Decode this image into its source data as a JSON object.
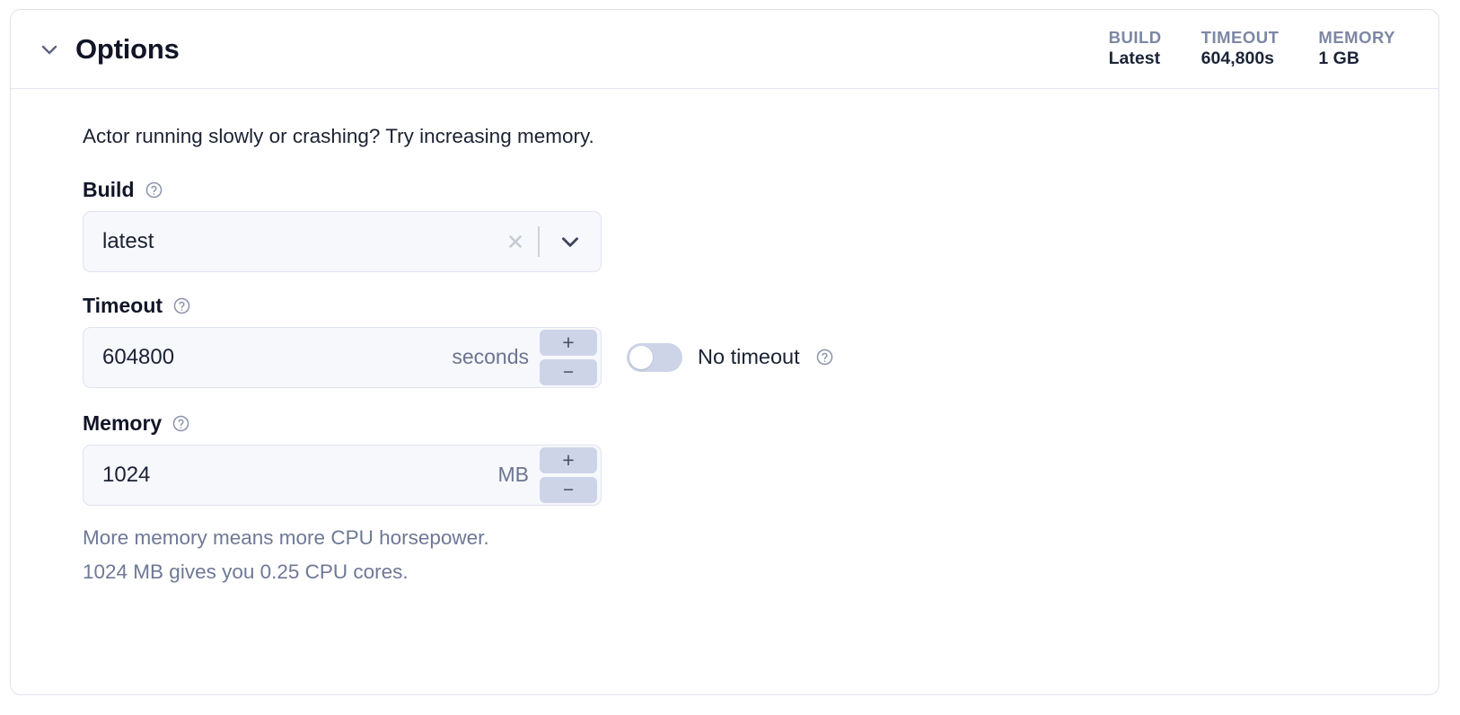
{
  "card": {
    "header": {
      "collapse_icon": "chevron-down-icon",
      "title": "Options",
      "stats": [
        {
          "label": "BUILD",
          "value": "Latest"
        },
        {
          "label": "TIMEOUT",
          "value": "604,800s"
        },
        {
          "label": "MEMORY",
          "value": "1 GB"
        }
      ]
    },
    "body": {
      "hint": "Actor running slowly or crashing? Try increasing memory.",
      "build": {
        "label": "Build",
        "help_icon": "question-circle-icon",
        "value": "latest",
        "clear_icon": "close-icon",
        "dropdown_icon": "chevron-down-icon"
      },
      "timeout": {
        "label": "Timeout",
        "help_icon": "question-circle-icon",
        "value": "604800",
        "suffix": "seconds",
        "increment_label": "+",
        "decrement_label": "−",
        "no_timeout_label": "No timeout",
        "no_timeout_help_icon": "question-circle-icon",
        "no_timeout_enabled": false
      },
      "memory": {
        "label": "Memory",
        "help_icon": "question-circle-icon",
        "value": "1024",
        "suffix": "MB",
        "increment_label": "+",
        "decrement_label": "−",
        "helper_line_1": "More memory means more CPU horsepower.",
        "helper_line_2": "1024 MB gives you 0.25 CPU cores."
      }
    }
  },
  "colors": {
    "card_border": "#dfe2ef",
    "input_bg": "#f7f8fc",
    "input_border": "#dfe3f0",
    "stepper_bg": "#ced4e8",
    "stat_label": "#7d87a4",
    "helper_text": "#6f7895",
    "ink": "#111527"
  }
}
